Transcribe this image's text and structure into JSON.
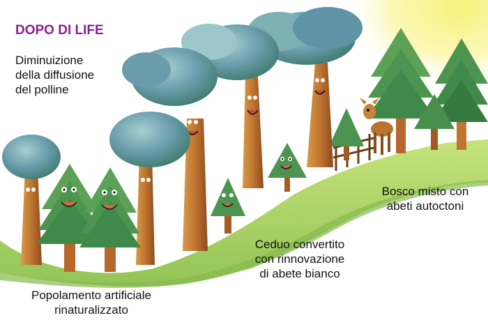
{
  "title": "DOPO DI LIFE",
  "captions": {
    "diffusione": [
      "Diminuizione",
      "della diffusione",
      "del polline"
    ],
    "bosco": [
      "Bosco misto con",
      "abeti autoctoni"
    ],
    "ceduo": [
      "Ceduo convertito",
      "con rinnovazione",
      "di abete bianco"
    ],
    "popolamento": [
      "Popolamento artificiale",
      "rinaturalizzato"
    ]
  },
  "colors": {
    "title": "#8a1f8f",
    "text": "#111111",
    "grass": "#b6d96a",
    "grass_dark": "#7fb24a",
    "conifer": "#3f8a4a",
    "conifer_light": "#66ad5e",
    "crown": "#5f93a6",
    "crown_light": "#9cc6c9",
    "trunk": "#b8662b",
    "trunk_light": "#d49a48",
    "sun": "#f6f07a"
  },
  "illustration": {
    "description_icons": [
      "smiling-conifer-icon",
      "smiling-broadleaf-tree-icon",
      "deer-icon",
      "wooden-fence-icon",
      "sun-glow-icon"
    ]
  }
}
